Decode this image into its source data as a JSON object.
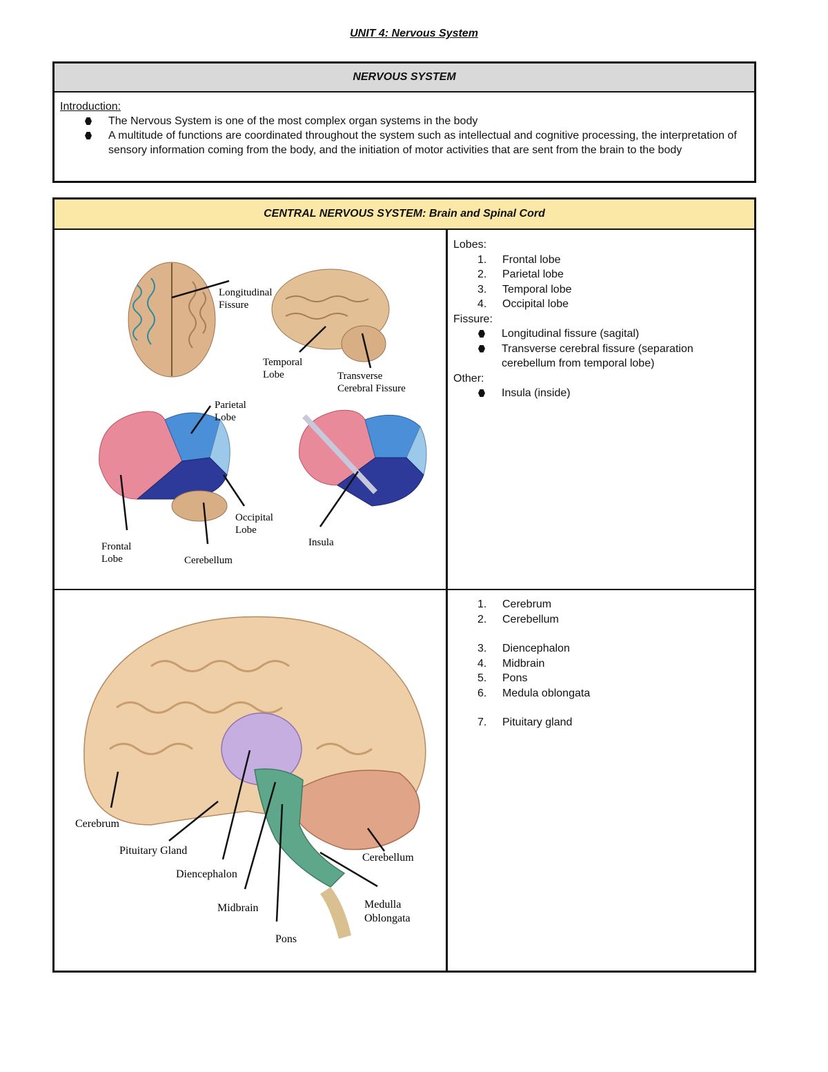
{
  "page_title": "UNIT 4: Nervous System",
  "intro_box": {
    "header": "NERVOUS SYSTEM",
    "label": "Introduction:",
    "bullets": [
      "The Nervous System is one of the most complex organ systems in the body",
      "A multitude of functions are coordinated throughout the system such as intellectual and cognitive processing, the interpretation of sensory information coming from the body, and the initiation of motor activities that are sent from the brain to the body"
    ]
  },
  "cns_box": {
    "header": "CENTRAL NERVOUS SYSTEM: Brain and Spinal Cord",
    "lobes_label": "Lobes:",
    "lobes": [
      {
        "n": "1.",
        "text": "Frontal lobe"
      },
      {
        "n": "2.",
        "text": "Parietal lobe"
      },
      {
        "n": "3.",
        "text": "Temporal lobe"
      },
      {
        "n": "4.",
        "text": "Occipital lobe"
      }
    ],
    "fissure_label": "Fissure:",
    "fissures": [
      "Longitudinal fissure (sagital)",
      "Transverse cerebral fissure (separation cerebellum from temporal lobe)"
    ],
    "other_label": "Other:",
    "other": [
      "Insula (inside)"
    ],
    "parts": [
      {
        "n": "1.",
        "text": "Cerebrum"
      },
      {
        "n": "2.",
        "text": "Cerebellum"
      },
      {
        "n": "3.",
        "text": "Diencephalon"
      },
      {
        "n": "4.",
        "text": "Midbrain"
      },
      {
        "n": "5.",
        "text": "Pons"
      },
      {
        "n": "6.",
        "text": "Medula oblongata"
      },
      {
        "n": "7.",
        "text": "Pituitary gland"
      }
    ]
  },
  "figure1_labels": {
    "longitudinal": "Longitudinal",
    "fissure": "Fissure",
    "temporal": "Temporal",
    "lobe_a": "Lobe",
    "transverse": "Transverse",
    "cerebral_fissure": "Cerebral Fissure",
    "parietal": "Parietal",
    "lobe_b": "Lobe",
    "occipital": "Occipital",
    "lobe_c": "Lobe",
    "frontal": "Frontal",
    "lobe_d": "Lobe",
    "cerebellum": "Cerebellum",
    "insula": "Insula"
  },
  "figure2_labels": {
    "cerebrum": "Cerebrum",
    "pituitary": "Pituitary Gland",
    "diencephalon": "Diencephalon",
    "midbrain": "Midbrain",
    "pons": "Pons",
    "cerebellum": "Cerebellum",
    "medulla": "Medulla",
    "oblongata": "Oblongata"
  },
  "colors": {
    "intro_header_bg": "#d9d9d9",
    "cns_header_bg": "#fce8a6",
    "brain_tan": "#e7c7a0",
    "frontal_pink": "#e98a9a",
    "parietal_blue": "#4a8fd8",
    "temporal_navy": "#2d3a9a",
    "occipital_lightblue": "#9cc8ea",
    "diencephalon_purple": "#c6aee0",
    "brainstem_green": "#5fa78a",
    "cerebellum_salmon": "#e0a588"
  }
}
